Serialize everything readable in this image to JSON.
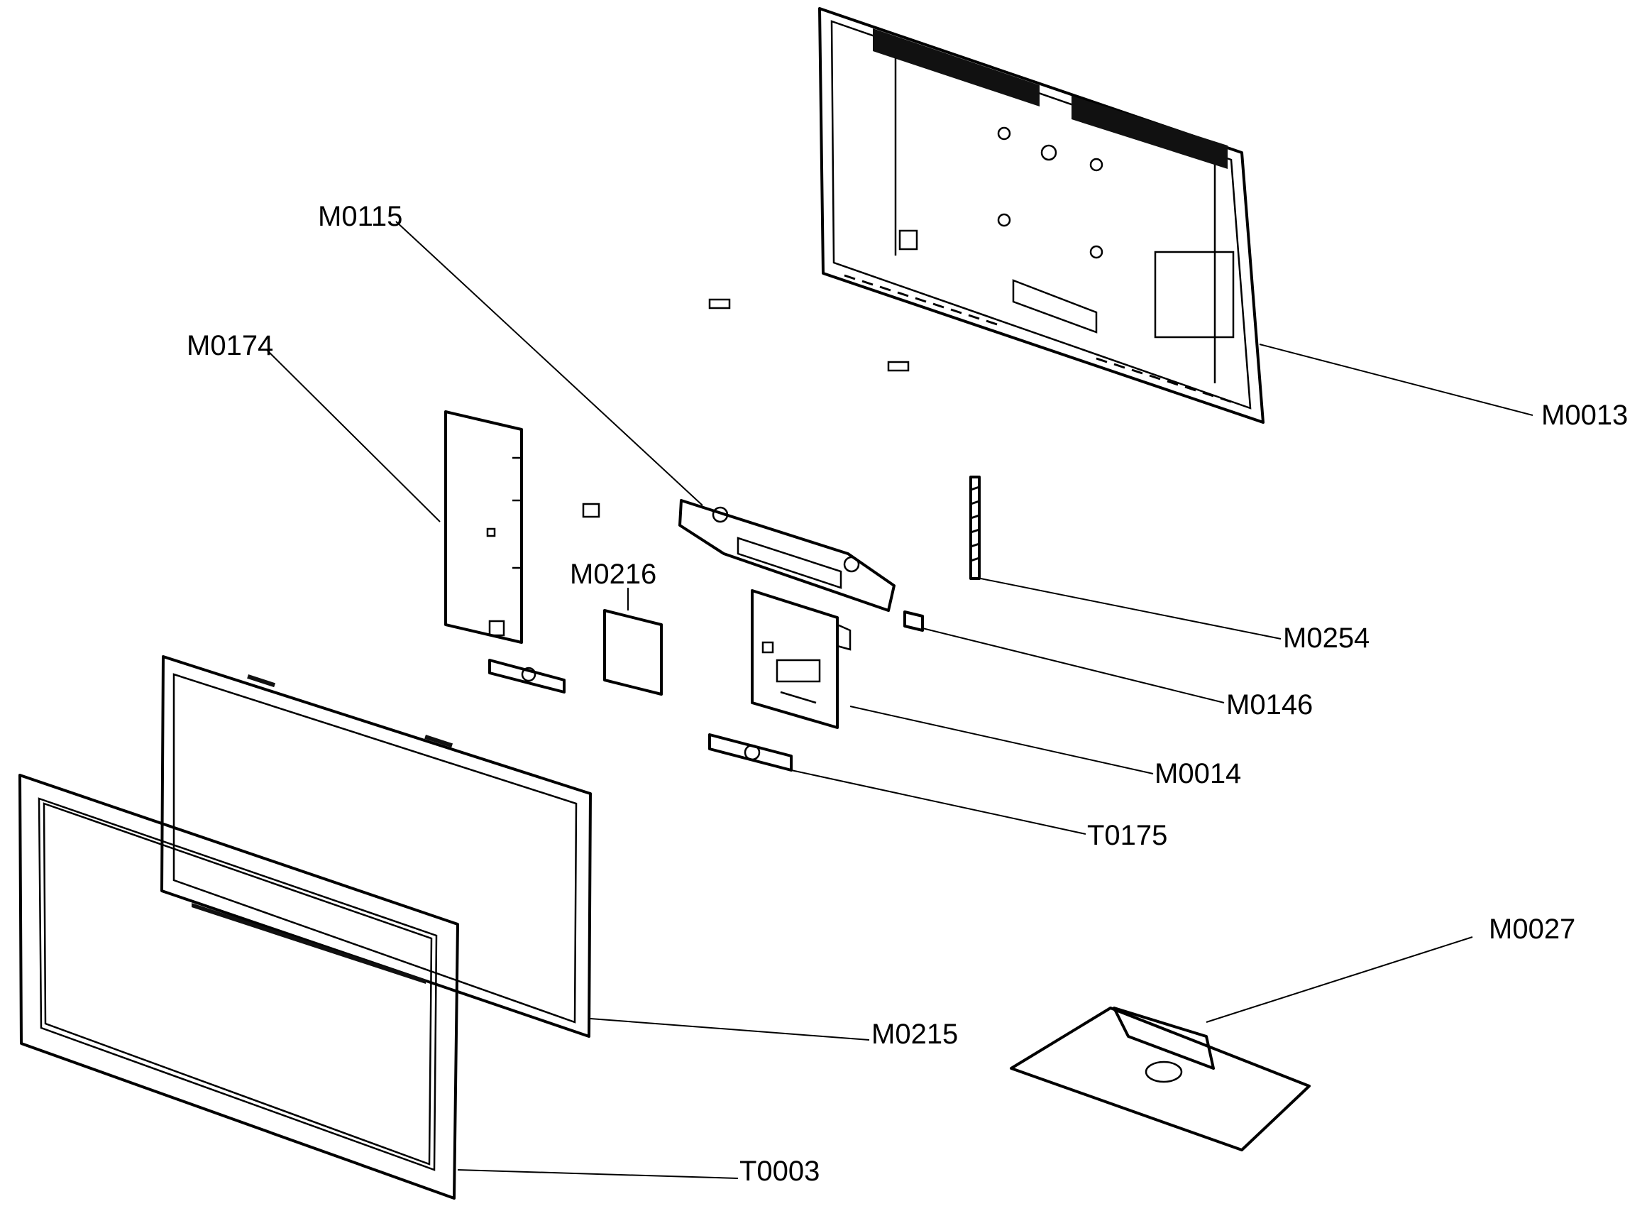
{
  "callouts": {
    "m0115": "M0115",
    "m0174": "M0174",
    "m0013": "M0013",
    "m0216": "M0216",
    "m0254": "M0254",
    "m0146": "M0146",
    "m0014": "M0014",
    "t0175": "T0175",
    "m0027": "M0027",
    "m0215": "M0215",
    "t0003": "T0003"
  }
}
